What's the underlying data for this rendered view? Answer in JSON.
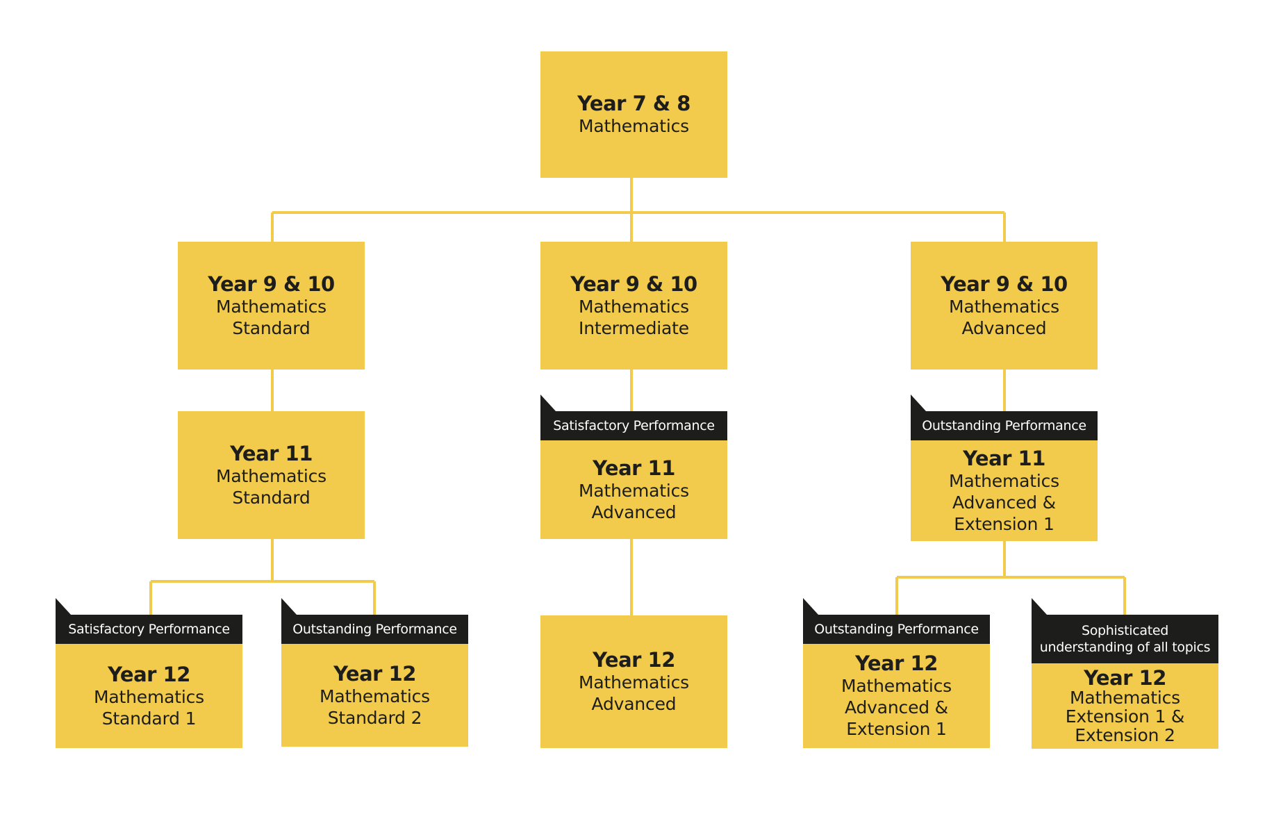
{
  "colors": {
    "box_fill": "#f3cb4c",
    "connector": "#f3cb4c",
    "tag_fill": "#1d1d1b",
    "tag_text": "#ffffff",
    "box_text": "#1d1d1b"
  },
  "nodes": {
    "y78": {
      "title": "Year 7 & 8",
      "lines": [
        "Mathematics"
      ]
    },
    "y910_standard": {
      "title": "Year 9 & 10",
      "lines": [
        "Mathematics",
        "Standard"
      ]
    },
    "y910_intermediate": {
      "title": "Year 9 & 10",
      "lines": [
        "Mathematics",
        "Intermediate"
      ]
    },
    "y910_advanced": {
      "title": "Year 9 & 10",
      "lines": [
        "Mathematics",
        "Advanced"
      ]
    },
    "y11_standard": {
      "title": "Year 11",
      "lines": [
        "Mathematics",
        "Standard"
      ]
    },
    "y11_advanced": {
      "title": "Year 11",
      "lines": [
        "Mathematics",
        "Advanced"
      ],
      "tag": [
        "Satisfactory Performance"
      ]
    },
    "y11_adv_ext1": {
      "title": "Year 11",
      "lines": [
        "Mathematics",
        "Advanced &",
        "Extension 1"
      ],
      "tag": [
        "Outstanding Performance"
      ]
    },
    "y12_standard1": {
      "title": "Year 12",
      "lines": [
        "Mathematics",
        "Standard 1"
      ],
      "tag": [
        "Satisfactory Performance"
      ]
    },
    "y12_standard2": {
      "title": "Year 12",
      "lines": [
        "Mathematics",
        "Standard 2"
      ],
      "tag": [
        "Outstanding Performance"
      ]
    },
    "y12_advanced": {
      "title": "Year 12",
      "lines": [
        "Mathematics",
        "Advanced"
      ]
    },
    "y12_adv_ext1": {
      "title": "Year 12",
      "lines": [
        "Mathematics",
        "Advanced &",
        "Extension 1"
      ],
      "tag": [
        "Outstanding Performance"
      ]
    },
    "y12_ext1_ext2": {
      "title": "Year 12",
      "lines": [
        "Mathematics",
        "Extension 1 &",
        "Extension 2"
      ],
      "tag": [
        "Sophisticated",
        "understanding of all topics"
      ]
    }
  }
}
